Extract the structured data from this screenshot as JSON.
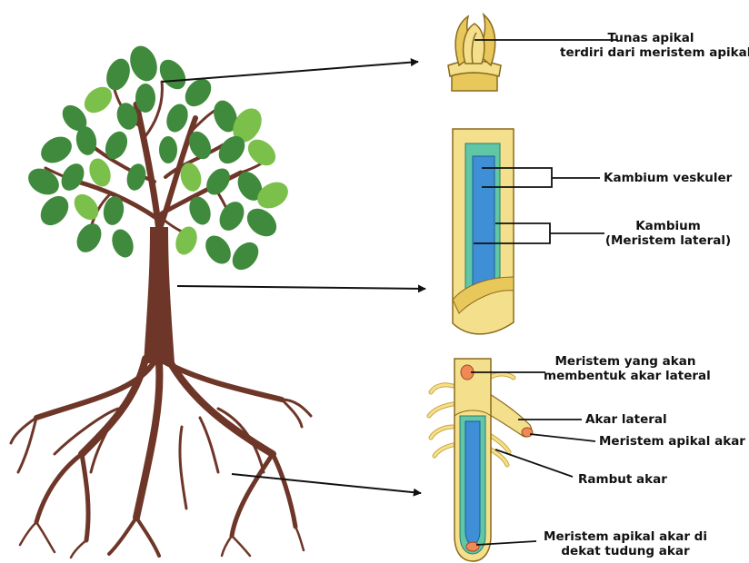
{
  "labels": {
    "apical_title": "Tunas apikal",
    "apical_sub": "terdiri dari meristem apikal",
    "vascular": "Kambium veskuler",
    "kambium_title": "Kambium",
    "kambium_sub": "(Meristem lateral)",
    "lateral_meristem_l1": "Meristem yang akan",
    "lateral_meristem_l2": "membentuk akar lateral",
    "lateral_root": "Akar lateral",
    "root_apical_meristem": "Meristem apikal akar",
    "root_hair": "Rambut akar",
    "cap_meristem_l1": "Meristem apikal akar di",
    "cap_meristem_l2": "dekat tudung akar"
  },
  "colors": {
    "leaf_dark": "#3f8a3c",
    "leaf_light": "#7cc04c",
    "trunk": "#6e3628",
    "tissue_yellow": "#f4e08c",
    "tissue_yellow_dark": "#e8c85a",
    "cambium_green": "#5fc6a6",
    "xylem_blue": "#3e8fd6",
    "meristem_orange": "#ef8a57"
  },
  "icons": [
    "tree-illustration",
    "apical-bud-illustration",
    "stem-section-illustration",
    "root-tip-illustration"
  ]
}
